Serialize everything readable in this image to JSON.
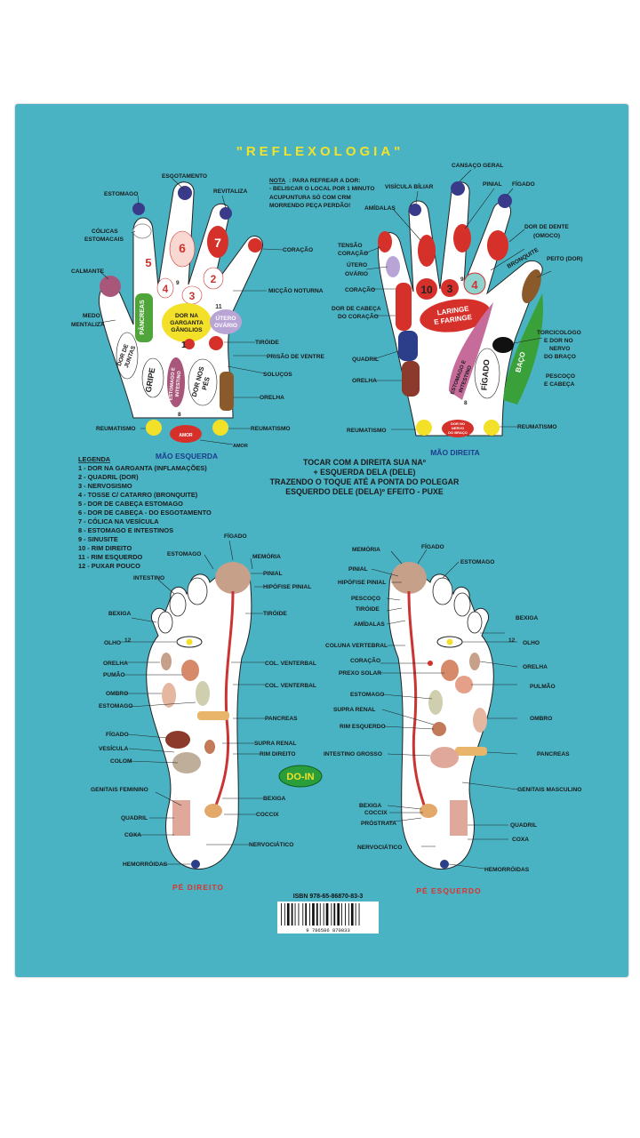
{
  "title": "\"REFLEXOLOGIA\"",
  "note": {
    "head": "NOTA",
    "lines": [
      ": PARA REFREAR A DOR:",
      "- BELISCAR O LOCAL POR 1 MINUTO",
      "ACUPUNTURA SÓ COM CRM",
      "MORRENDO PEÇA PERDÃO!"
    ]
  },
  "left_hand": {
    "caption": "MÃO ESQUERDA",
    "labels": {
      "esgotamento": "ESGOTAMENTO",
      "estomago": "ESTOMAGO",
      "revitaliza": "REVITALIZA",
      "colicas1": "CÓLICAS",
      "colicas2": "ESTOMACAIS",
      "coracao": "CORAÇÃO",
      "calmante": "CALMANTE",
      "miccao": "MICÇÃO NOTURNA",
      "medo1": "MEDO",
      "medo2": "MENTALIZA",
      "tiroide": "TIRÓIDE",
      "prisao": "PRISÃO DE VENTRE",
      "solucos": "SOLUÇOS",
      "orelha": "ORELHA",
      "reumatismo_l": "REUMATISMO",
      "reumatismo_r": "REUMATISMO",
      "amor1": "AMOR",
      "amor2": "AMOR"
    },
    "zones": {
      "n6": "6",
      "n7": "7",
      "n5": "5",
      "n4": "4",
      "n9": "9",
      "n3": "3",
      "n2": "2",
      "n11": "11",
      "n1": "1",
      "n8": "8",
      "pancreas": "PÂNCREAS",
      "garganta1": "DOR NA",
      "garganta2": "GARGANTA",
      "garganta3": "GÂNGLIOS",
      "utero1": "ÚTERO",
      "utero2": "OVÁRIO",
      "juntas1": "DOR DE",
      "juntas2": "JUNTAS",
      "gripe": "GRIPE",
      "estint1": "ESTOMAGO E",
      "estint2": "INTESTINO",
      "pes1": "DOR NOS",
      "pes2": "PÉS"
    }
  },
  "right_hand": {
    "caption": "MÃO DIREITA",
    "labels": {
      "cansaco": "CANSAÇO GERAL",
      "visicula": "VISÍCULA BÍLIAR",
      "pinial": "PINIAL",
      "figado": "FÍGADO",
      "amidalas": "AMÍDALAS",
      "dordente1": "DOR DE DENTE",
      "dordente2": "(OMOCO)",
      "tensao1": "TENSÃO",
      "tensao2": "CORAÇÃO",
      "utero1": "ÚTERO",
      "utero2": "OVÁRIO",
      "bronquite": "BRONQUITE",
      "peito": "PEITO (DOR)",
      "coracao": "CORAÇÃO",
      "cabeca1": "DOR DE CABEÇA",
      "cabeca2": "DO CORAÇÃO",
      "torcicologo1": "TORCICOLOGO",
      "torcicologo2": "E DOR NO",
      "torcicologo3": "NERVO",
      "torcicologo4": "DO BRAÇO",
      "quadril": "QUADRIL",
      "pescoco1": "PESCOÇO",
      "pescoco2": "E CABEÇA",
      "orelha": "ORELHA",
      "reumatismo_l": "REUMATISMO",
      "reumatismo_r": "REUMATISMO"
    },
    "zones": {
      "n10": "10",
      "n3": "3",
      "n4": "4",
      "n9": "9",
      "n8": "8",
      "laringe1": "LARINGE",
      "laringe2": "E FARINGE",
      "estint1": "ESTOMAGO E",
      "estint2": "INTESTINO",
      "figado": "FÍGADO",
      "baco": "BAÇO",
      "nervo1": "DOR NO",
      "nervo2": "NERVO",
      "nervo3": "DO BRAÇO"
    }
  },
  "legend": {
    "title": "LEGENDA",
    "items": [
      "1 - DOR NA GARGANTA (INFLAMAÇÕES)",
      "2 - QUADRIL (DOR)",
      "3 - NERVOSISMO",
      "4 - TOSSE C/ CATARRO (BRONQUITE)",
      "5 - DOR DE CABEÇA ESTOMAGO",
      "6 - DOR DE CABEÇA  - DO ESGOTAMENTO",
      "7 - CÓLICA NA VESÍCULA",
      "8 - ESTOMAGO E INTESTINOS",
      "9 - SINUSITE",
      "10 - RIM DIREITO",
      "11 - RIM ESQUERDO",
      "12  - PUXAR POUCO"
    ]
  },
  "instruction": [
    "TOCAR COM A DIREITA SUA NAº",
    "+ ESQUERDA DELA (DELE)",
    "TRAZENDO O TOQUE ATÉ A PONTA DO POLEGAR",
    "ESQUERDO DELE (DELA)º EFEITO - PUXE"
  ],
  "right_foot": {
    "caption": "PÉ DIREITO",
    "labels": {
      "figado": "FÍGADO",
      "estomago": "ESTOMAGO",
      "memoria": "MEMÓRIA",
      "intestino": "INTESTINO",
      "pinial": "PINIAL",
      "hipofise": "HIPÓFISE PINIAL",
      "bexiga": "BEXIGA",
      "tiroide": "TIRÓIDE",
      "olho": "OLHO",
      "n12": "12",
      "orelha": "ORELHA",
      "colvert1": "COL. VENTERBAL",
      "pumao": "PUMÃO",
      "colvert2": "COL. VENTERBAL",
      "ombro": "OMBRO",
      "estomago2": "ESTOMAGO",
      "pancreas": "PANCREAS",
      "figado2": "FÍGADO",
      "suprarenal": "SUPRA RENAL",
      "vesicula": "VESÍCULA",
      "rimdireito": "RIM DIREITO",
      "colom": "COLOM",
      "genitais": "GENITAIS FEMININO",
      "bexiga2": "BEXIGA",
      "coccix": "COCCIX",
      "quadril": "QUADRIL",
      "coxa": "COXA",
      "nervo": "NERVOCIÁTICO",
      "hemorroidas": "HEMORRÓIDAS"
    }
  },
  "left_foot": {
    "caption": "PÉ ESQUERDO",
    "labels": {
      "memoria": "MEMÓRIA",
      "figado": "FÍGADO",
      "estomago": "ESTOMAGO",
      "pinial": "PINIAL",
      "hipofise": "HIPÓFISE PINIAL",
      "pescoco": "PESCOÇO",
      "tiroide": "TIRÓIDE",
      "bexiga": "BEXIGA",
      "amidalas": "AMÍDALAS",
      "colvert": "COLUNA VERTEBRAL",
      "n12": "12",
      "olho": "OLHO",
      "coracao": "CORAÇÃO",
      "orelha": "ORELHA",
      "plexo": "PREXO SOLAR",
      "pulmao": "PULMÃO",
      "estomago2": "ESTOMAGO",
      "suprarenal": "SUPRA RENAL",
      "ombro": "OMBRO",
      "rimesq": "RIM ESQUERDO",
      "intgrosso": "INTESTINO GROSSO",
      "pancreas": "PANCREAS",
      "genitais": "GENITAIS MASCULINO",
      "bexiga2": "BEXIGA",
      "coccix": "COCCIX",
      "prostata": "PRÓSTRATA",
      "quadril": "QUADRIL",
      "coxa": "COXA",
      "nervo": "NERVOCIÁTICO",
      "hemorroidas": "HEMORRÓIDAS"
    }
  },
  "doin": "DO-IN",
  "isbn": "ISBN 978-65-86870-83-3",
  "barcode_text": "9 786586 870833",
  "colors": {
    "board": "#49b3c4",
    "title": "#f2e22c",
    "caption": "#e0302a",
    "doin": "#2a9e3a"
  }
}
